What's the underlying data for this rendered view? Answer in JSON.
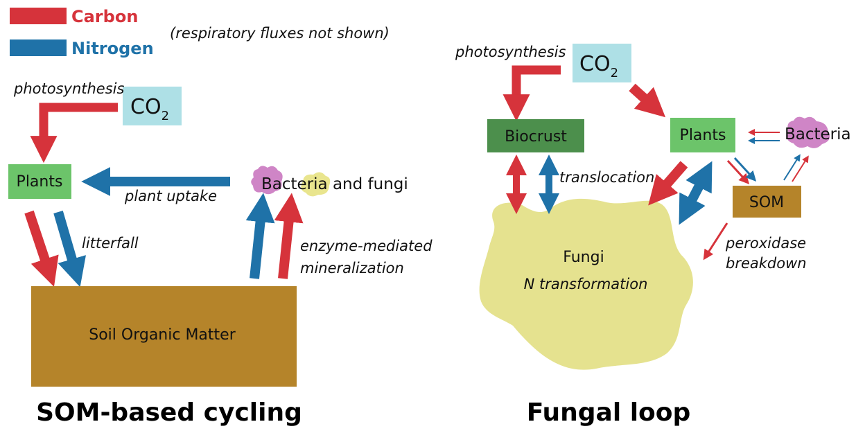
{
  "legend": {
    "carbon_label": "Carbon",
    "nitrogen_label": "Nitrogen",
    "carbon_color": "#d6333b",
    "nitrogen_color": "#1f72a8"
  },
  "note": "(respiratory fluxes not shown)",
  "left": {
    "photosynthesis_label": "photosynthesis",
    "co2": {
      "main": "CO",
      "sub": "2"
    },
    "plants_label": "Plants",
    "plant_uptake_label": "plant uptake",
    "bacteria_fungi_label": "Bacteria and fungi",
    "litterfall_label": "litterfall",
    "enzyme_line1": "enzyme-mediated",
    "enzyme_line2": "mineralization",
    "som_label": "Soil Organic Matter",
    "title": "SOM-based cycling"
  },
  "right": {
    "photosynthesis_label": "photosynthesis",
    "co2": {
      "main": "CO",
      "sub": "2"
    },
    "biocrust_label": "Biocrust",
    "plants_label": "Plants",
    "bacteria_label": "Bacteria",
    "translocation_label": "translocation",
    "som_label": "SOM",
    "fungi_label": "Fungi",
    "n_transformation_label": "N transformation",
    "peroxidase_line1": "peroxidase",
    "peroxidase_line2": "breakdown",
    "title": "Fungal loop"
  },
  "colors": {
    "co2_box": "#aee0e6",
    "plants_box": "#6cc46a",
    "biocrust_box": "#4c8f4c",
    "som_box": "#b5842a",
    "fungi_blob": "#e5e28f",
    "bacteria_pink": "#cf85c6",
    "fungi_yellow": "#e9e58e"
  }
}
